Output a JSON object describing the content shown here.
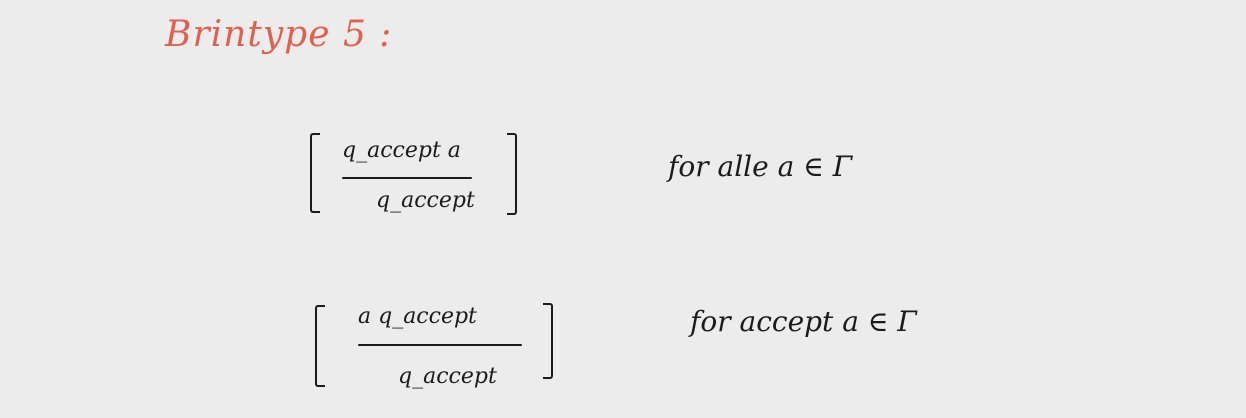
{
  "heading": "Brintype 5 :",
  "rules": [
    {
      "numerator": "q_accept a",
      "denominator": "q_accept",
      "condition": "for alle a ∈ Γ"
    },
    {
      "numerator": "a q_accept",
      "denominator": "q_accept",
      "condition": "for accept a ∈ Γ"
    }
  ],
  "colors": {
    "heading": "#e2604e",
    "ink": "#1b1b1b",
    "background": "#ececec"
  }
}
